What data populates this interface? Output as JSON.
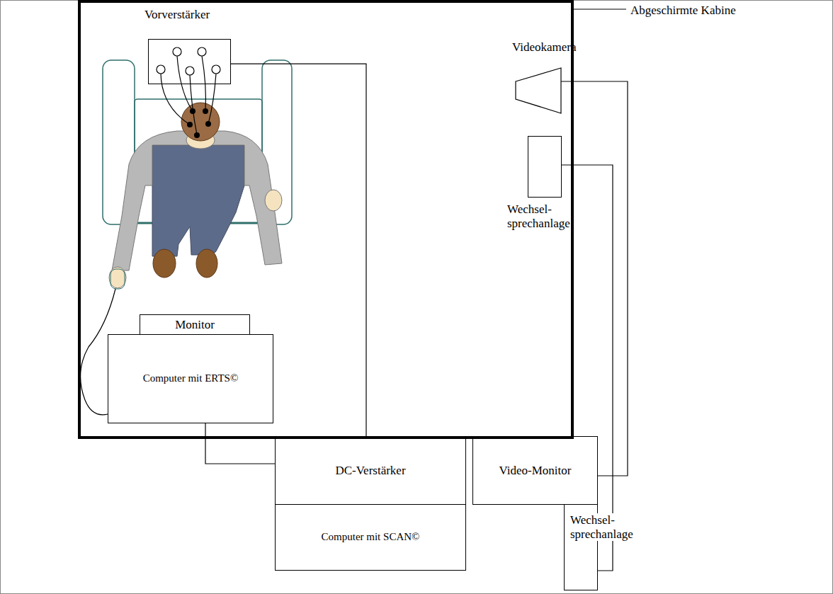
{
  "diagram": {
    "nodes": [
      {
        "text": [
          "Abgeschirmte Kabine"
        ]
      },
      {
        "text": [
          "Vorverstärker"
        ],
        "in": 0
      },
      {
        "text": [
          "Videokamera"
        ],
        "in": 0
      },
      {
        "text": [
          "Wechsel- sprechanlage"
        ],
        "in": 0
      },
      {
        "text": [
          "Monitor"
        ],
        "in": 0
      },
      {
        "text": [
          "Computer mit ERTS©"
        ],
        "in": 0
      },
      {
        "text": [
          "DC-Verstärker"
        ]
      },
      {
        "text": [
          "Computer mit SCAN©"
        ]
      },
      {
        "text": [
          "Video-Monitor"
        ]
      },
      {
        "text": [
          "Wechsel- sprechanlage"
        ]
      }
    ],
    "edges": [
      {
        "from": 1,
        "to": 6,
        "arrow": "none"
      },
      {
        "from": 5,
        "to": 6,
        "arrow": "none"
      },
      {
        "from": 2,
        "to": 8,
        "arrow": "none"
      },
      {
        "from": 3,
        "to": 9,
        "arrow": "none"
      }
    ]
  }
}
